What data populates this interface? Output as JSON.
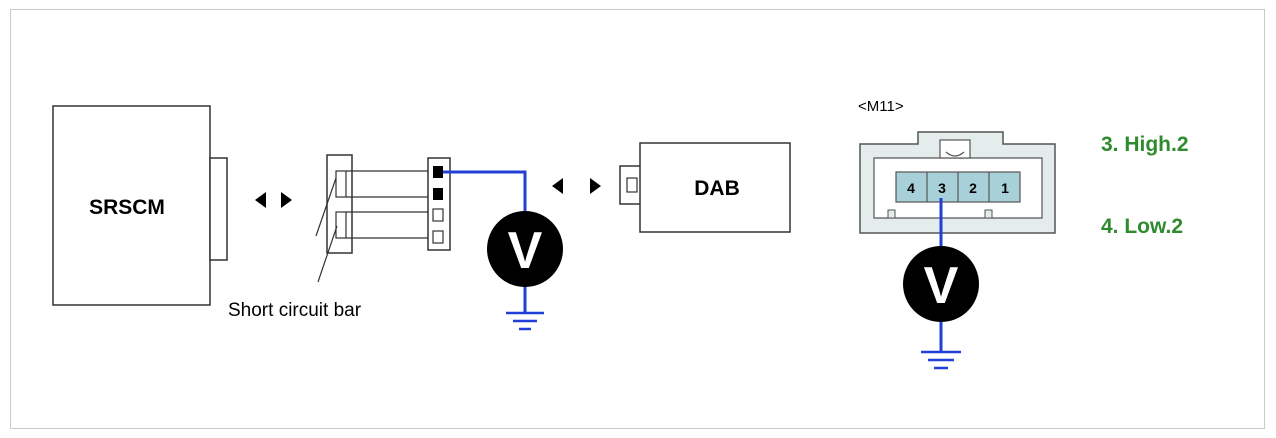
{
  "components": {
    "srscm_label": "SRSCM",
    "dab_label": "DAB",
    "short_bar_label": "Short circuit bar",
    "connector_label": "<M11>",
    "voltmeter_symbol": "V"
  },
  "connector_pins": [
    "4",
    "3",
    "2",
    "1"
  ],
  "measurements": {
    "high": "3. High.2",
    "low": "4. Low.2"
  },
  "colors": {
    "wire": "#1f3fd6",
    "measurement_text": "#2e8b2e",
    "connector_fill": "#e4ecec",
    "pin_fill": "#a8d0d8",
    "meter_fill": "#000000"
  }
}
